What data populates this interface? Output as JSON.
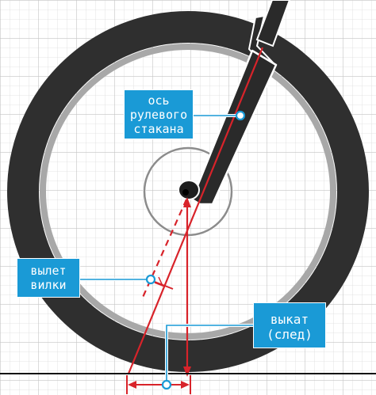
{
  "labels": {
    "steering_axis": [
      "ось",
      "рулевого",
      "стакана"
    ],
    "fork_offset": [
      "вылет",
      "вилки"
    ],
    "trail": [
      "выкат",
      "(след)"
    ]
  },
  "colors": {
    "background": "#ffffff",
    "grid": "#c8c8c8",
    "tire": "#2f2f2f",
    "rim": "#a5a5a5",
    "fork": "#2a2a2a",
    "axis_line": "#d8232a",
    "callout_fill": "#1a9ad6",
    "callout_text": "#ffffff",
    "ground": "#111111"
  },
  "icons": {
    "leader_marker": "blue-ring-dot"
  }
}
